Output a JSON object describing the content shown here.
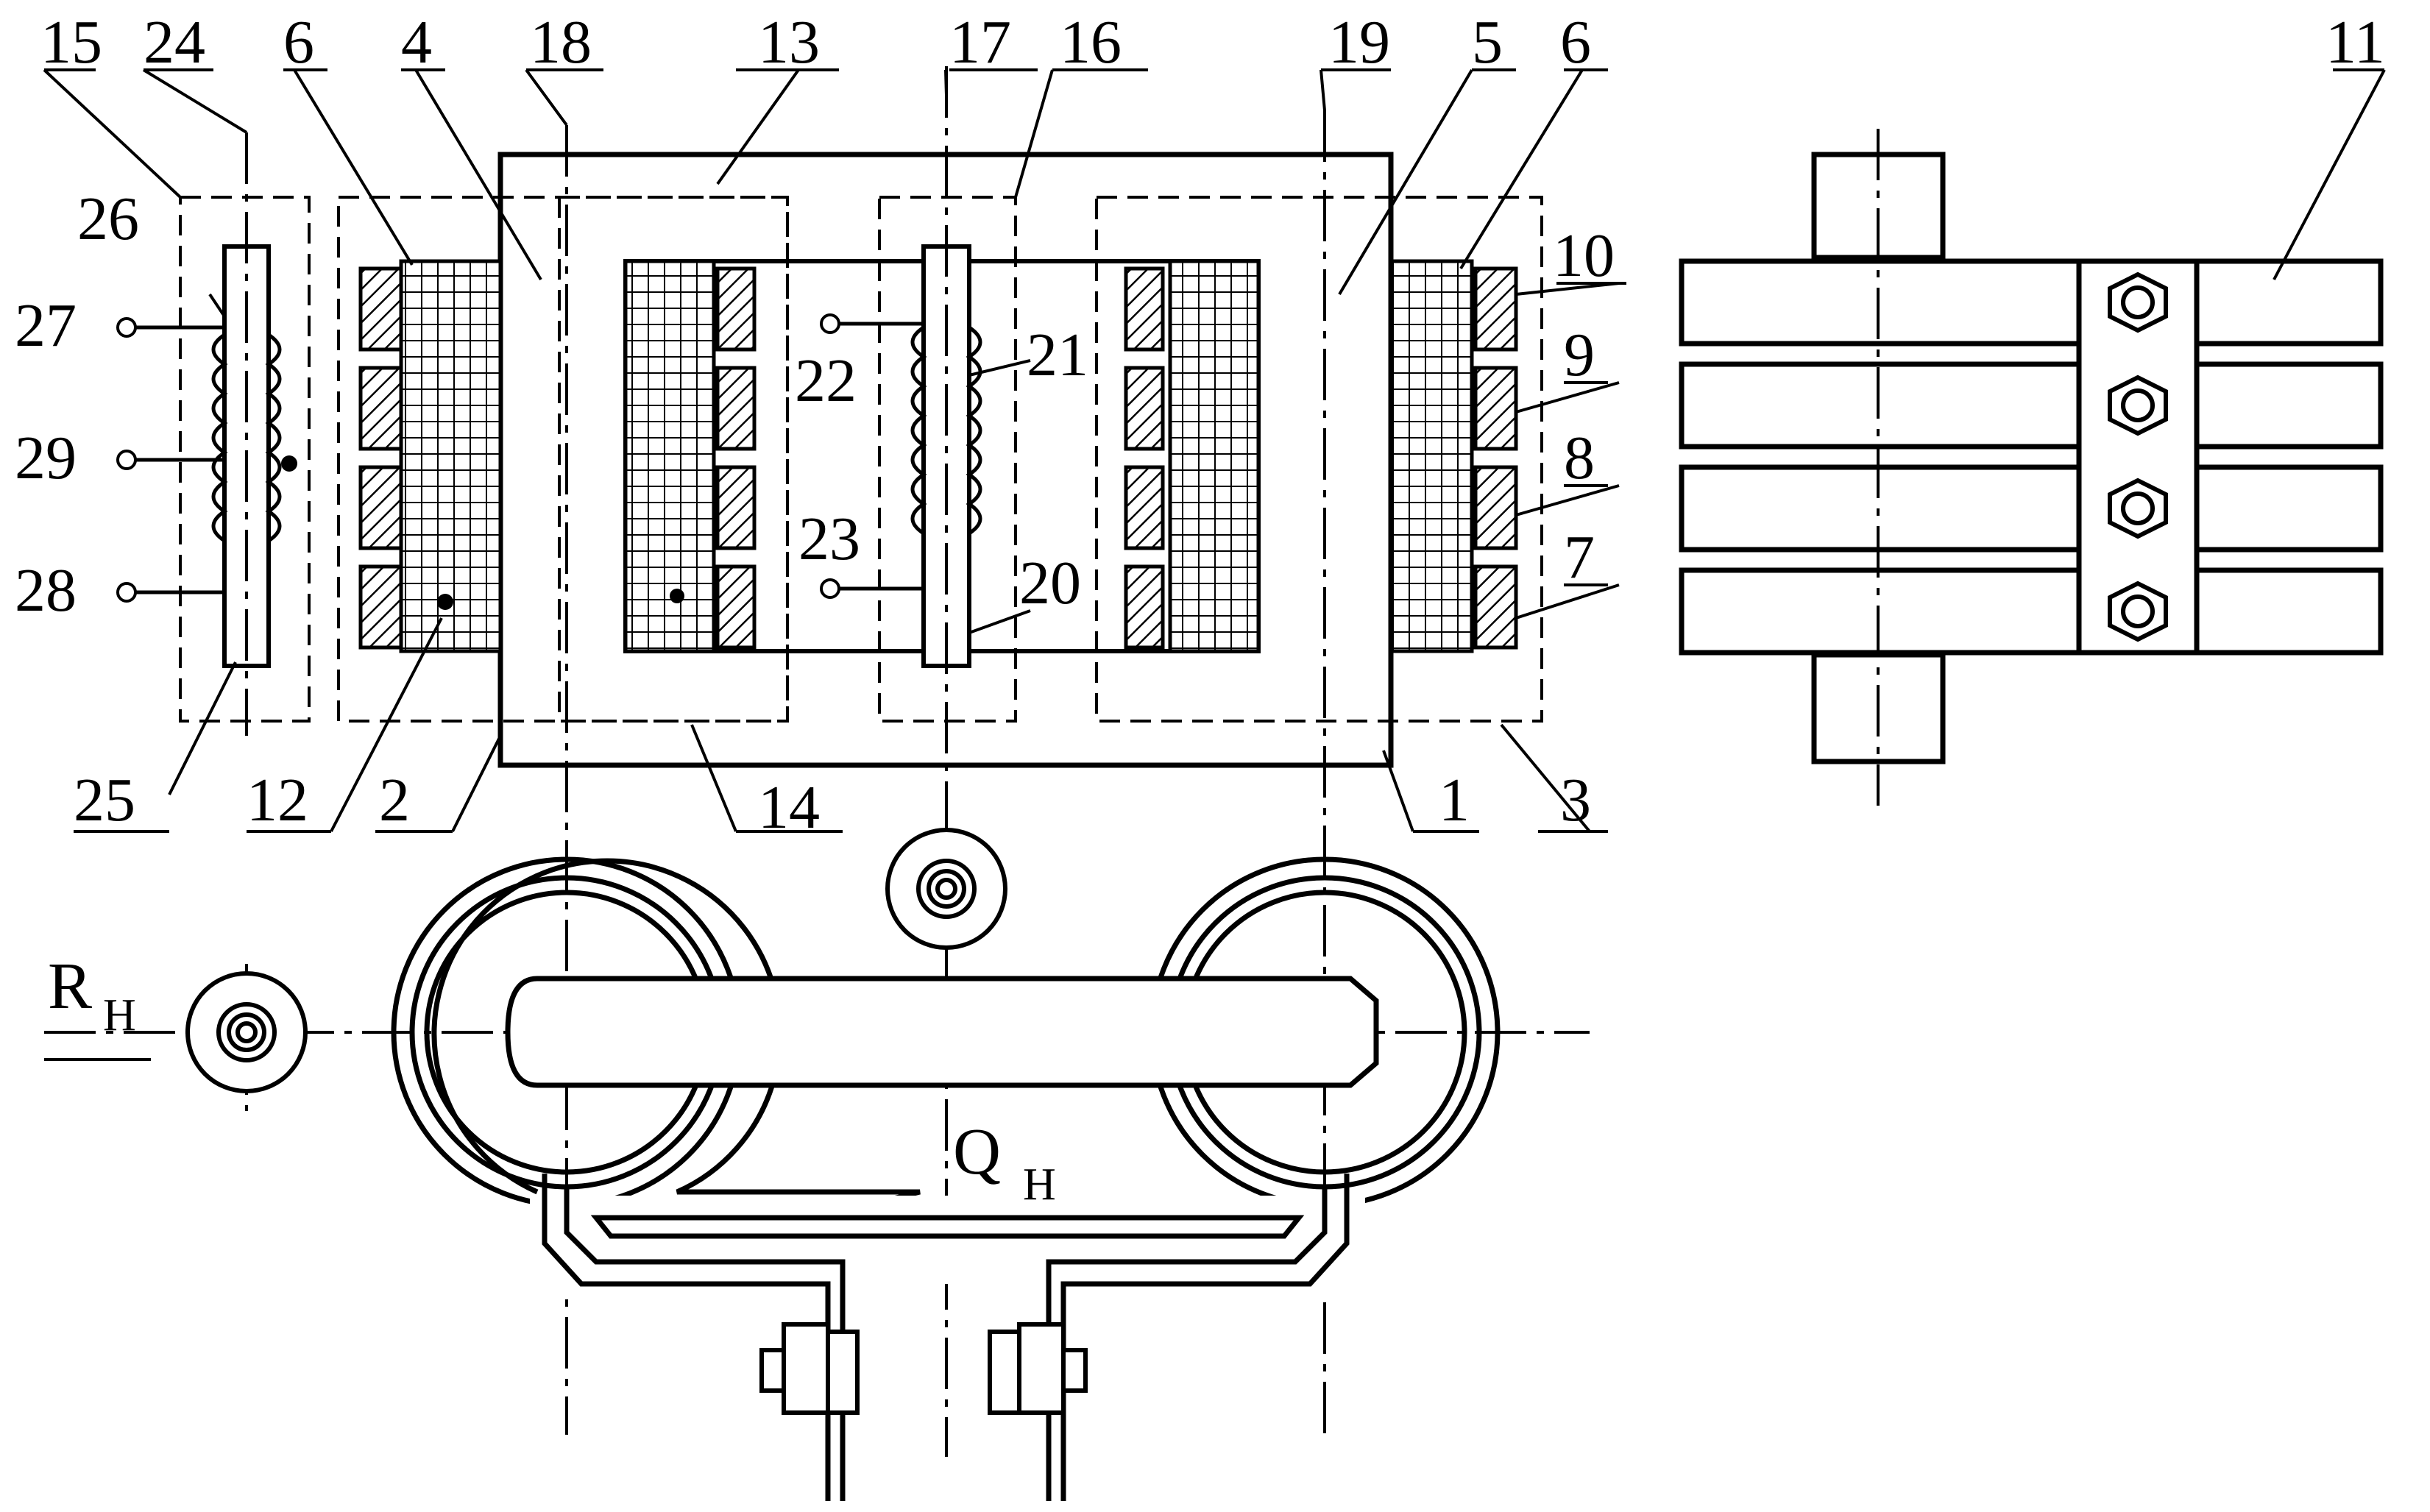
{
  "labels": {
    "l1": "1",
    "l2": "2",
    "l3": "3",
    "l4": "4",
    "l5": "5",
    "l6a": "6",
    "l6b": "6",
    "l7": "7",
    "l8": "8",
    "l9": "9",
    "l10": "10",
    "l11": "11",
    "l12": "12",
    "l13": "13",
    "l14": "14",
    "l15": "15",
    "l16": "16",
    "l17": "17",
    "l18": "18",
    "l19": "19",
    "l20": "20",
    "l21": "21",
    "l22": "22",
    "l23": "23",
    "l24": "24",
    "l25": "25",
    "l26": "26",
    "l27": "27",
    "l28": "28",
    "l29": "29"
  },
  "symbols": {
    "r_main": "R",
    "r_sub": "H",
    "q_main": "Q",
    "q_sub": "H"
  },
  "style": {
    "ink": "#000000",
    "background": "#ffffff"
  }
}
